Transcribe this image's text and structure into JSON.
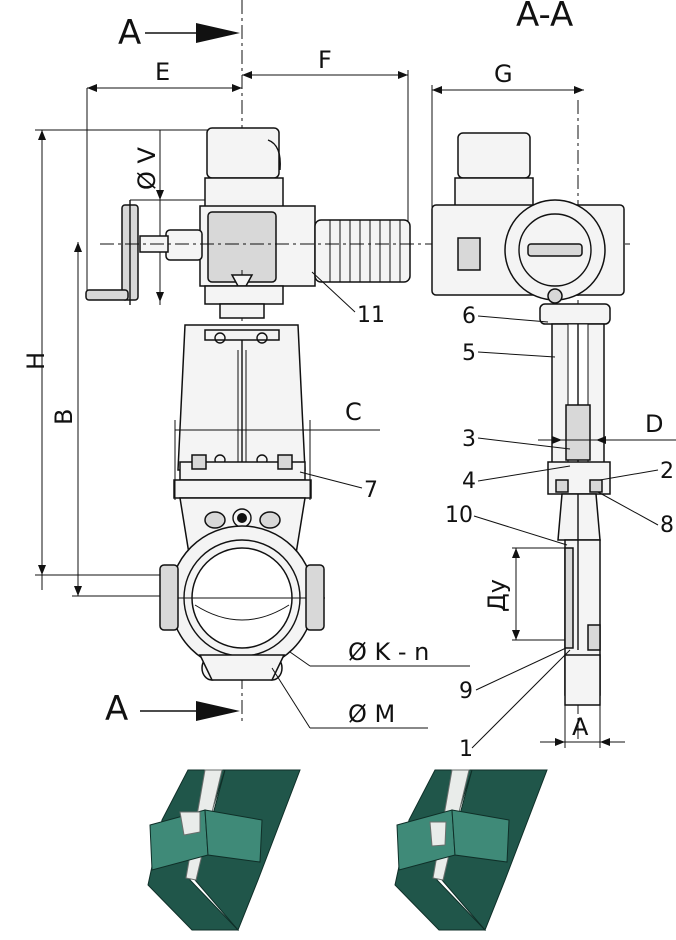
{
  "section_mark_top": "A",
  "section_mark_bottom": "A",
  "section_title": "A-A",
  "dimensions": {
    "E": "E",
    "F": "F",
    "G": "G",
    "H": "H",
    "B": "B",
    "V": "Ø V",
    "C": "C",
    "D": "D",
    "DN": "Ду",
    "K": "Ø K - n",
    "M": "Ø M",
    "A": "A"
  },
  "callouts": [
    "1",
    "2",
    "3",
    "4",
    "5",
    "6",
    "7",
    "8",
    "9",
    "10",
    "11"
  ]
}
